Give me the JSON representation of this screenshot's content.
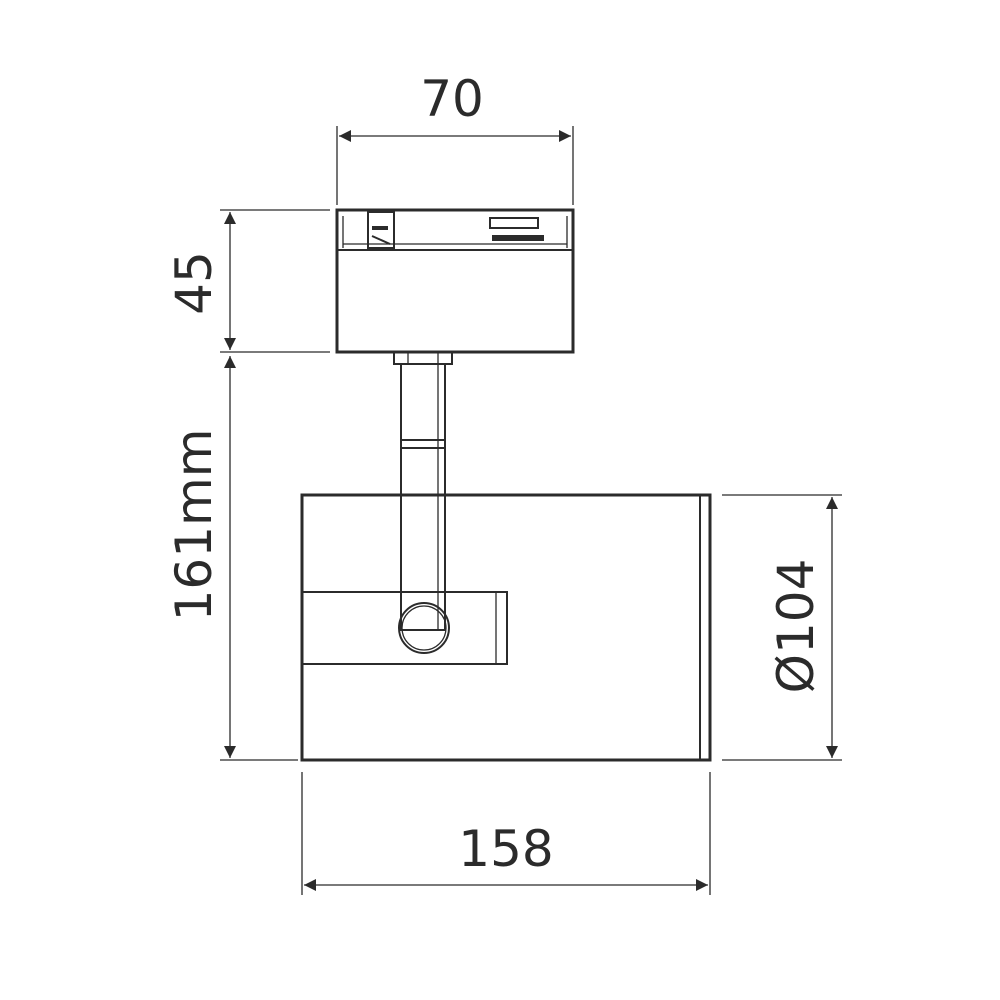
{
  "dimensions": {
    "adapter_width": "70",
    "adapter_height": "45",
    "total_height": "161mm",
    "head_diameter": "Ø104",
    "head_length": "158"
  },
  "colors": {
    "line": "#2b2b2b",
    "background": "#ffffff"
  }
}
